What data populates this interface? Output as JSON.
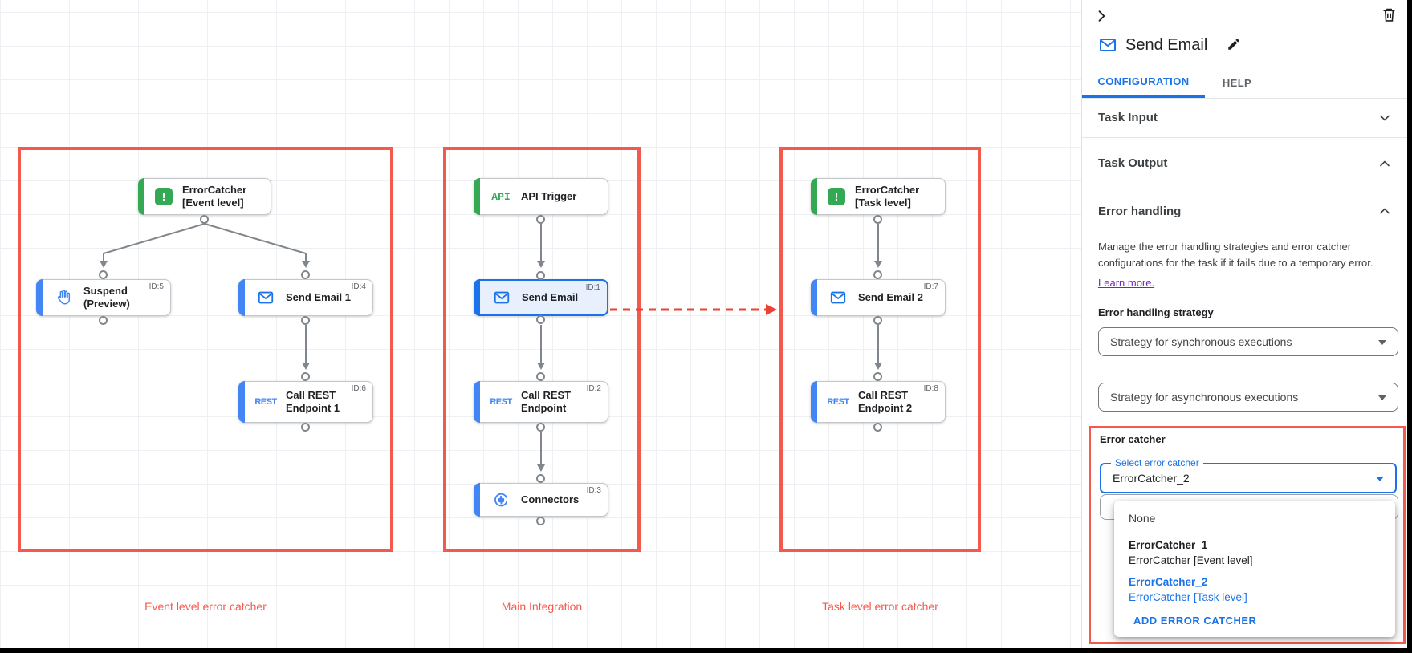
{
  "canvas": {
    "groups": [
      {
        "label": "Event level error catcher"
      },
      {
        "label": "Main Integration"
      },
      {
        "label": "Task level error catcher"
      }
    ],
    "nodes": [
      {
        "title": "ErrorCatcher\n[Event level]",
        "id_label": "",
        "icon": "error-catcher-icon"
      },
      {
        "title": "Suspend\n(Preview)",
        "id_label": "ID:5",
        "icon": "hand-icon"
      },
      {
        "title": "Send Email 1",
        "id_label": "ID:4",
        "icon": "email-icon"
      },
      {
        "title": "Call REST\nEndpoint 1",
        "id_label": "ID:6",
        "icon": "rest-icon"
      },
      {
        "title": "API Trigger",
        "id_label": "",
        "icon": "api-icon"
      },
      {
        "title": "Send Email",
        "id_label": "ID:1",
        "icon": "email-icon",
        "selected": true
      },
      {
        "title": "Call REST\nEndpoint",
        "id_label": "ID:2",
        "icon": "rest-icon"
      },
      {
        "title": "Connectors",
        "id_label": "ID:3",
        "icon": "connector-icon"
      },
      {
        "title": "ErrorCatcher\n[Task level]",
        "id_label": "",
        "icon": "error-catcher-icon"
      },
      {
        "title": "Send Email 2",
        "id_label": "ID:7",
        "icon": "email-icon"
      },
      {
        "title": "Call REST\nEndpoint 2",
        "id_label": "ID:8",
        "icon": "rest-icon"
      }
    ],
    "icon_texts": {
      "api": "API",
      "rest": "REST",
      "exclamation": "!"
    }
  },
  "panel": {
    "title": "Send Email",
    "tabs": [
      {
        "label": "CONFIGURATION",
        "active": true
      },
      {
        "label": "HELP",
        "active": false
      }
    ],
    "sections": {
      "task_input": "Task Input",
      "task_output": "Task Output",
      "error_handling": "Error handling"
    },
    "error_handling": {
      "description": "Manage the error handling strategies and error catcher configurations for the task if it fails due to a temporary error.",
      "learn_more": "Learn more.",
      "strategy_label": "Error handling strategy",
      "sync_select": "Strategy for synchronous executions",
      "async_select": "Strategy for asynchronous executions"
    },
    "error_catcher": {
      "label": "Error catcher",
      "select_label": "Select error catcher",
      "selected_value": "ErrorCatcher_2",
      "menu": {
        "none": "None",
        "items": [
          {
            "name": "ErrorCatcher_1",
            "subtitle": "ErrorCatcher [Event level]",
            "selected": false
          },
          {
            "name": "ErrorCatcher_2",
            "subtitle": "ErrorCatcher [Task level]",
            "selected": true
          }
        ],
        "add_button": "ADD ERROR CATCHER"
      }
    }
  },
  "colors": {
    "accent_blue": "#1a73e8",
    "task_blue": "#4285f4",
    "green": "#34a853",
    "group_red": "#f4594d",
    "arrow_red": "#ea4335"
  }
}
